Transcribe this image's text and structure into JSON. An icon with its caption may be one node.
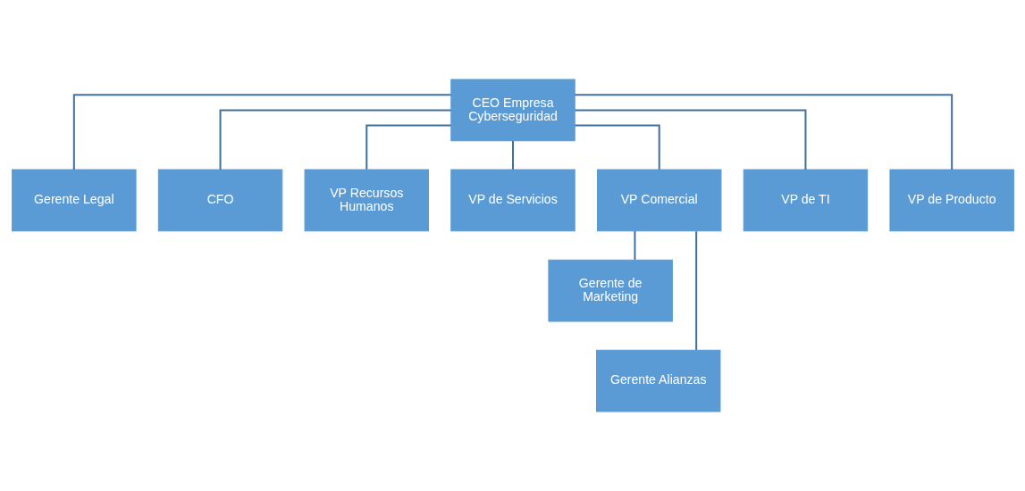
{
  "diagram": {
    "nodes": [
      {
        "text": [
          "CEO Empresa Cyberseguridad"
        ]
      },
      {
        "text": [
          "Gerente Legal"
        ]
      },
      {
        "text": [
          "CFO"
        ]
      },
      {
        "text": [
          "VP Recursos Humanos"
        ]
      },
      {
        "text": [
          "VP de Servicios"
        ]
      },
      {
        "text": [
          "VP Comercial"
        ]
      },
      {
        "text": [
          "VP de TI"
        ]
      },
      {
        "text": [
          "VP de Producto"
        ]
      },
      {
        "text": [
          "Gerente de Marketing"
        ]
      },
      {
        "text": [
          "Gerente Alianzas"
        ]
      }
    ],
    "edges": [
      {
        "from": 0,
        "to": 1,
        "arrow": "none"
      },
      {
        "from": 0,
        "to": 2,
        "arrow": "none"
      },
      {
        "from": 0,
        "to": 3,
        "arrow": "none"
      },
      {
        "from": 0,
        "to": 4,
        "arrow": "none"
      },
      {
        "from": 0,
        "to": 5,
        "arrow": "none"
      },
      {
        "from": 0,
        "to": 6,
        "arrow": "none"
      },
      {
        "from": 0,
        "to": 7,
        "arrow": "none"
      },
      {
        "from": 5,
        "to": 8,
        "arrow": "none"
      },
      {
        "from": 5,
        "to": 9,
        "arrow": "none"
      }
    ]
  }
}
